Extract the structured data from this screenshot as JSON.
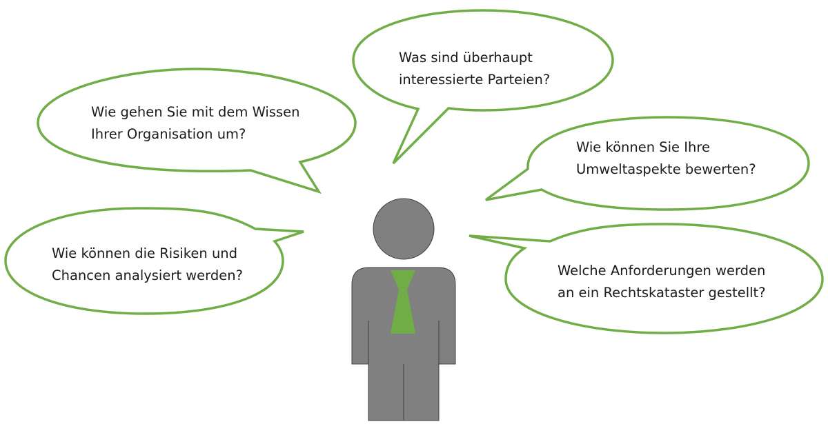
{
  "bubbles": [
    {
      "id": "knowledge",
      "lines": [
        "Wie gehen Sie mit dem Wissen",
        "Ihrer Organisation um?"
      ]
    },
    {
      "id": "parties",
      "lines": [
        "Was sind überhaupt",
        "interessierte Parteien?"
      ]
    },
    {
      "id": "environment",
      "lines": [
        "Wie können Sie Ihre",
        "Umweltaspekte bewerten?"
      ]
    },
    {
      "id": "risks",
      "lines": [
        "Wie können die Risiken und",
        "Chancen analysiert werden?"
      ]
    },
    {
      "id": "legal",
      "lines": [
        "Welche Anforderungen werden",
        "an ein Rechtskataster gestellt?"
      ]
    }
  ],
  "colors": {
    "bubble_outline": "#70ad47",
    "person": "#808080",
    "tie": "#70ad47",
    "person_outline": "#404040"
  }
}
